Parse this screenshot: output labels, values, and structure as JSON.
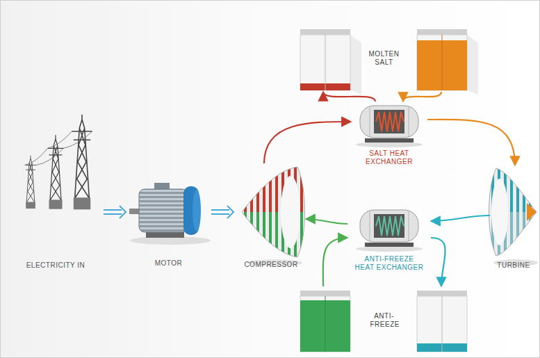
{
  "diagram": {
    "nodes": [
      {
        "text": [
          "ELECTRICITY IN"
        ]
      },
      {
        "text": [
          "MOTOR"
        ]
      },
      {
        "text": [
          "COMPRESSOR"
        ]
      },
      {
        "text": [
          "MOLTEN SALT"
        ]
      },
      {
        "text": [
          "SALT HEAT EXCHANGER"
        ]
      },
      {
        "text": [
          "TURBINE"
        ]
      },
      {
        "text": [
          "ANTI-FREEZE HEAT EXCHANGER"
        ]
      },
      {
        "text": [
          "ANTI- FREEZE"
        ]
      }
    ],
    "edges": [
      {
        "from": 0,
        "to": 1,
        "arrow": "to"
      },
      {
        "from": 1,
        "to": 2,
        "arrow": "to"
      },
      {
        "from": 2,
        "to": 4,
        "arrow": "to"
      },
      {
        "from": 4,
        "to": 5,
        "arrow": "to"
      },
      {
        "from": 5,
        "to": 6,
        "arrow": "to"
      },
      {
        "from": 6,
        "to": 2,
        "arrow": "to"
      },
      {
        "from": 4,
        "to": 3,
        "arrow": "to"
      },
      {
        "from": 3,
        "to": 4,
        "arrow": "to"
      },
      {
        "from": 7,
        "to": 6,
        "arrow": "to"
      },
      {
        "from": 6,
        "to": 7,
        "arrow": "to"
      }
    ]
  }
}
